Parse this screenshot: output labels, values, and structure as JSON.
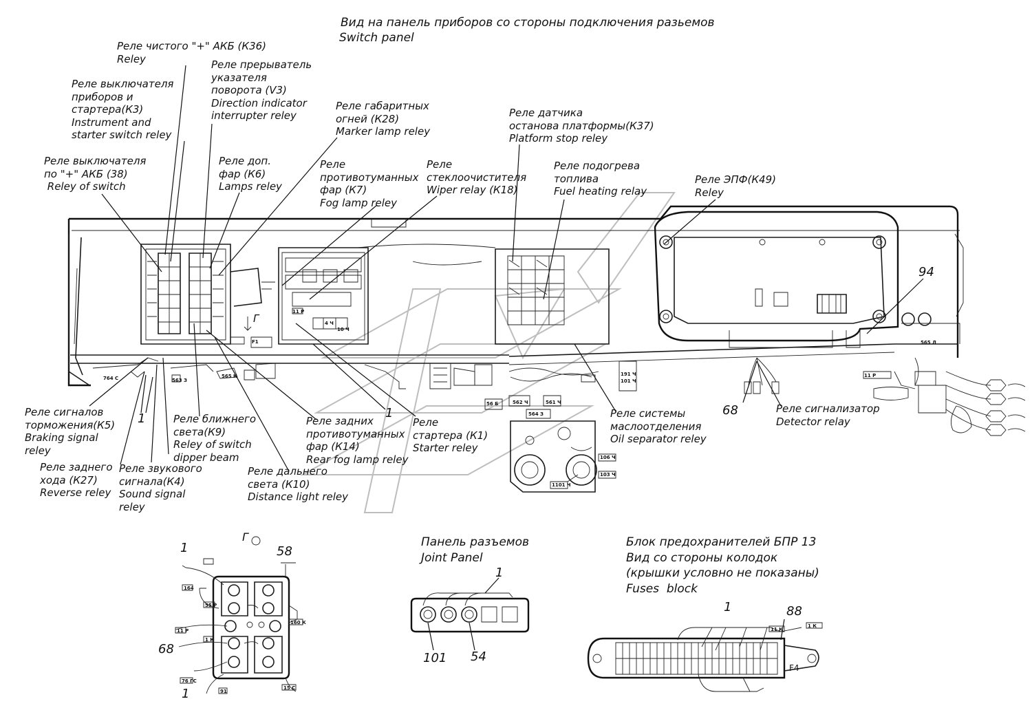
{
  "title": {
    "ru": "Вид на панель приборов со стороны подключения разьемов",
    "en": "Switch panel"
  },
  "relay_labels": {
    "k36": "Реле чистого \"+\" АКБ (К36)\nReley",
    "k3": "Реле выключателя\nприборов и\nстартера(К3)\nInstrument and\nstarter switch reley",
    "v3": "Реле прерыватель\nуказателя\nповорота (V3)\nDirection indicator\ninterrupter reley",
    "k28": "Реле габаритных\nогней (К28)\nMarker lamp reley",
    "k37": "Реле датчика\nостанова платформы(К37)\nPlatform stop reley",
    "k38": "Реле выключателя\nпо \"+\" АКБ (38)\n Reley of switch",
    "k6": "Реле доп.\nфар (К6)\nLamps reley",
    "k7": "Реле\nпротивотуманных\nфар (К7)\nFog lamp reley",
    "k18": "Реле\nстеклоочистителя\nWiper relay (К18)",
    "fuel": "Реле подогрева\nтоплива\nFuel heating relay",
    "k49": "Реле ЭПФ(К49)\nReley",
    "k5": "Реле сигналов\nторможения(К5)\nBraking signal\nreley",
    "k9": "Реле ближнего\nсвета(К9)\nReley of switch\ndipper beam",
    "k14": "Реле задних\nпротивотуманных\nфар (К14)\nRear fog lamp reley",
    "k1": "Реле\nстартера (К1)\nStarter reley",
    "oil": "Реле системы\nмаслоотделения\nOil separator reley",
    "detector": "Реле сигнализатор\nDetector relay",
    "k27": "Реле заднего\nхода (К27)\nReverse reley",
    "k4": "Реле звукового\nсигнала(К4)\nSound signal\nreley",
    "k10": "Реле дальнего\nсвета (К10)\nDistance light reley"
  },
  "numbers": {
    "n94": "94",
    "n68a": "68",
    "n1a": "1",
    "n1b": "1",
    "n1c": "1",
    "n58": "58",
    "n68b": "68",
    "n1d": "1",
    "n1e": "1",
    "n101": "101",
    "n54": "54",
    "n1f": "1",
    "n88": "88",
    "f4": "F4",
    "g_section": "Г",
    "g_view": "Г"
  },
  "sections": {
    "joint_panel": "Панель разъемов\nJoint Panel",
    "fuses_block": "Блок предохранителей БПР 13\nВид со стороны колодок\n(крышки условно не показаны)\nFuses  block"
  },
  "connector_tags": [
    "764 С",
    "563 З",
    "565 К",
    "F1",
    "11 Р",
    "4 Ч",
    "10 Ч",
    "562 Ч",
    "564 З",
    "561 Ч",
    "191 Ч",
    "101 Ч",
    "103 Ч",
    "106 Ч",
    "1101 Ч",
    "565 Л",
    "56 Б",
    "11 Р",
    "164",
    "55 Р",
    "160 К",
    "11 Р",
    "1 К",
    "76 ГС",
    "91",
    "15 С",
    "11 К",
    "1 К"
  ]
}
